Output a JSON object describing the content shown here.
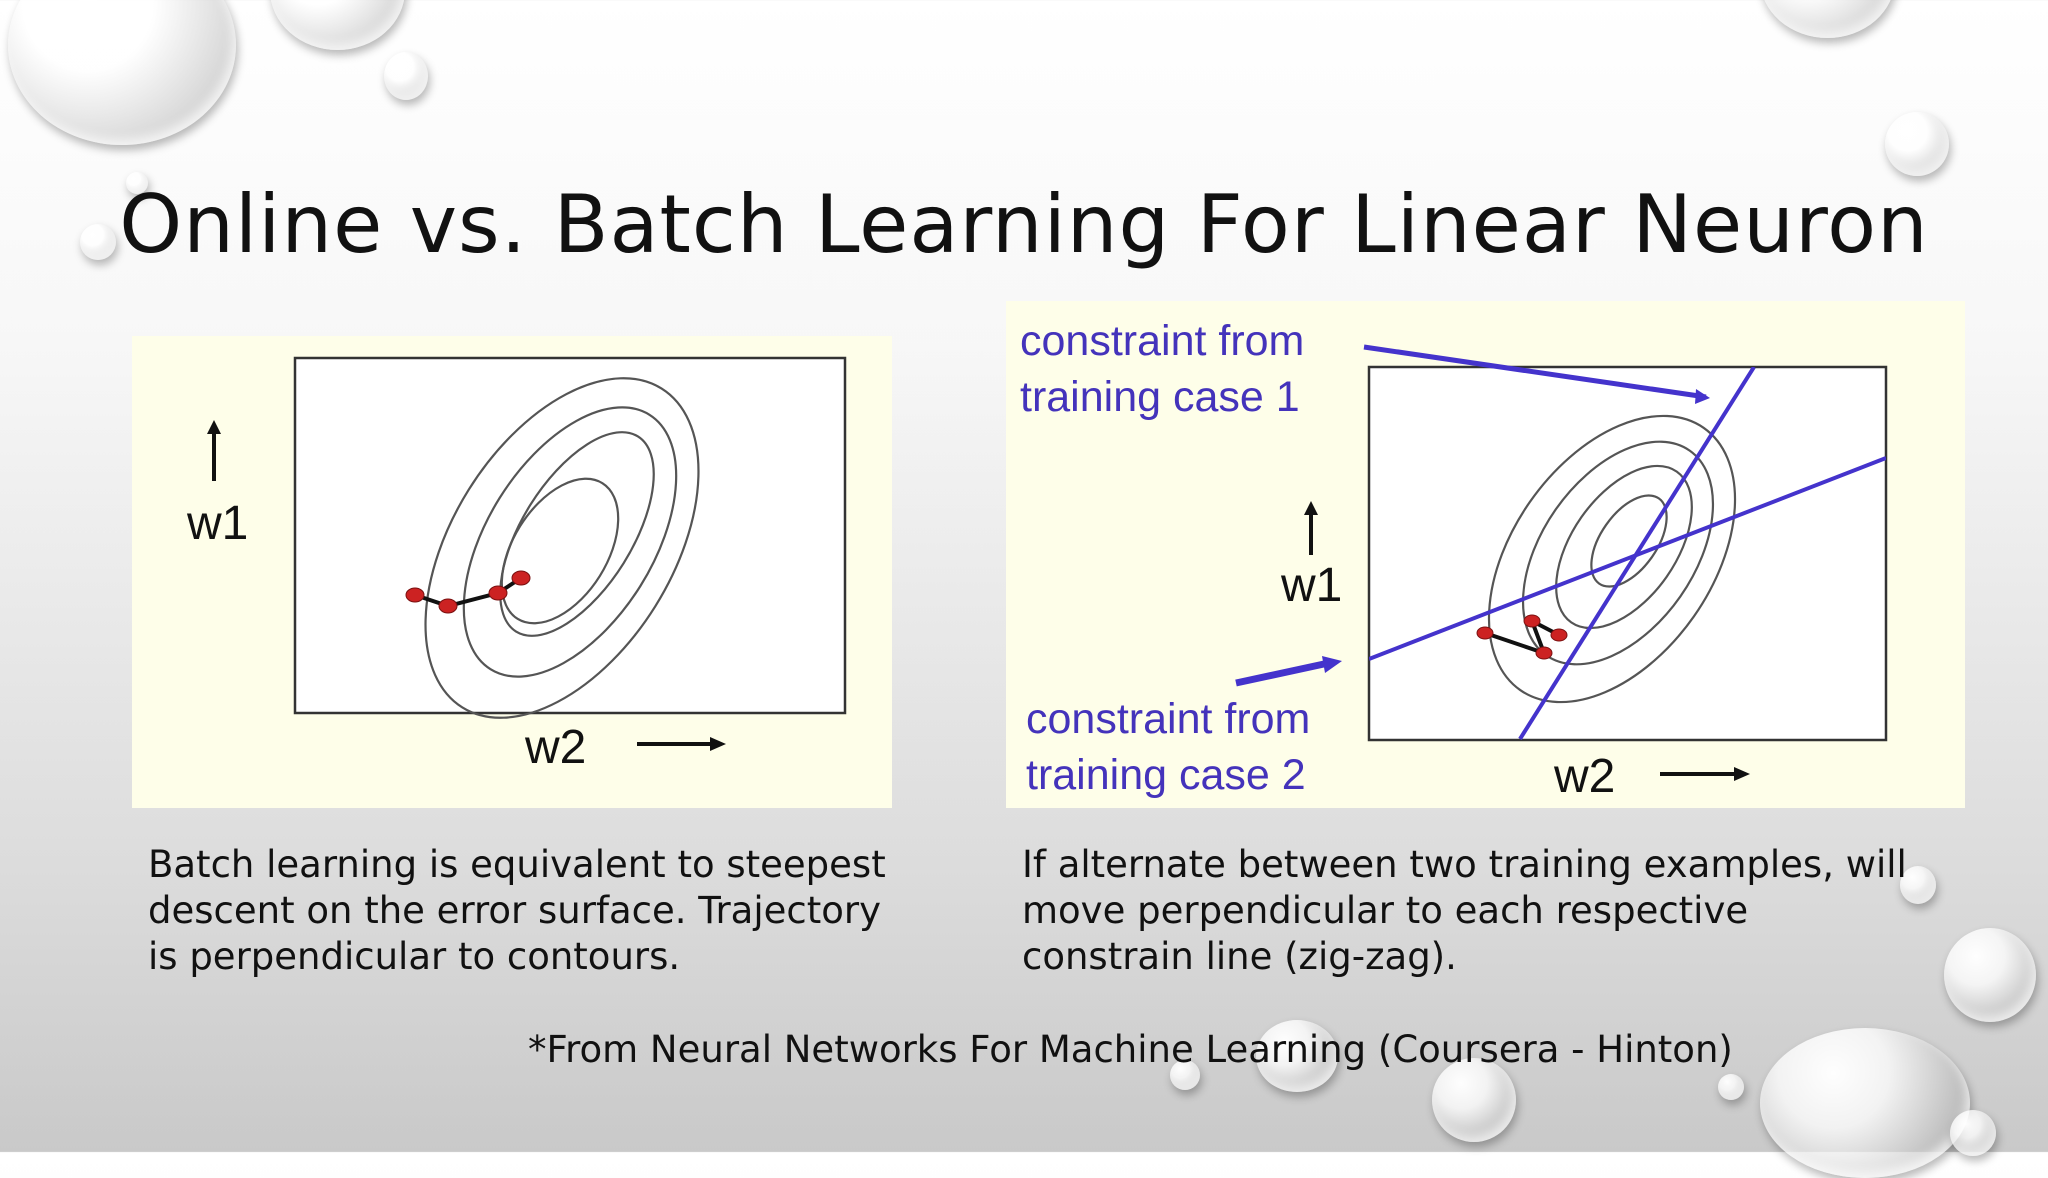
{
  "slide": {
    "title": "Online vs. Batch Learning For Linear Neuron",
    "credit": "*From Neural Networks For Machine Learning (Coursera - Hinton)"
  },
  "left_figure": {
    "y_axis_label": "w1",
    "x_axis_label": "w2",
    "caption": "Batch learning is equivalent to steepest descent on the error surface. Trajectory is perpendicular to contours."
  },
  "right_figure": {
    "constraint_1_line1": "constraint from",
    "constraint_1_line2": "training case 1",
    "constraint_2_line1": "constraint from",
    "constraint_2_line2": "training case 2",
    "y_axis_label": "w1",
    "x_axis_label": "w2",
    "caption": "If alternate between two training examples, will move perpendicular to each respective constrain line (zig-zag)."
  },
  "colors": {
    "panel_background": "#fefee9",
    "contour": "#555555",
    "trajectory_point": "#cc2222",
    "constraint_line": "#4433cc",
    "label_blue": "#4433bb"
  }
}
